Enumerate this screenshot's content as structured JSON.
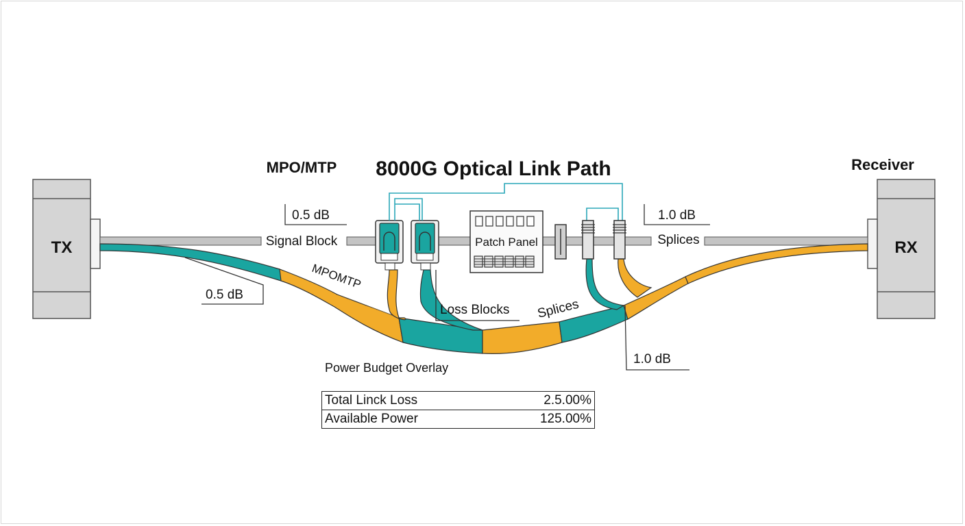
{
  "diagram": {
    "title": "8000G Optical Link Path",
    "mpo_header": "MPO/MTP",
    "receiver_header": "Receiver",
    "tx_label": "TX",
    "rx_label": "RX",
    "signal_block_label": "Signal Block",
    "patch_panel_label": "Patch Panel",
    "splices_top_label": "Splices",
    "mpo_curve_label": "MPOMTP",
    "loss_blocks_label": "Loss Blocks",
    "splices_curve_label": "Splices",
    "loss_top_left": "0.5 dB",
    "loss_top_right": "1.0 dB",
    "loss_bottom_left": "0.5 dB",
    "loss_bottom_right": "1.0 dB",
    "overlay_label": "Power Budget Overlay"
  },
  "budget_table": {
    "rows": [
      {
        "label": "Total Linck Loss",
        "value": "2.5.00%"
      },
      {
        "label": "Available Power",
        "value": "125.00%"
      }
    ]
  },
  "colors": {
    "teal": "#1aa5a0",
    "amber": "#f2ac2a",
    "fiber_gray": "#c4c4c4",
    "box_gray": "#d5d5d5",
    "line": "#333333",
    "link_wire": "#2aa7b8"
  }
}
